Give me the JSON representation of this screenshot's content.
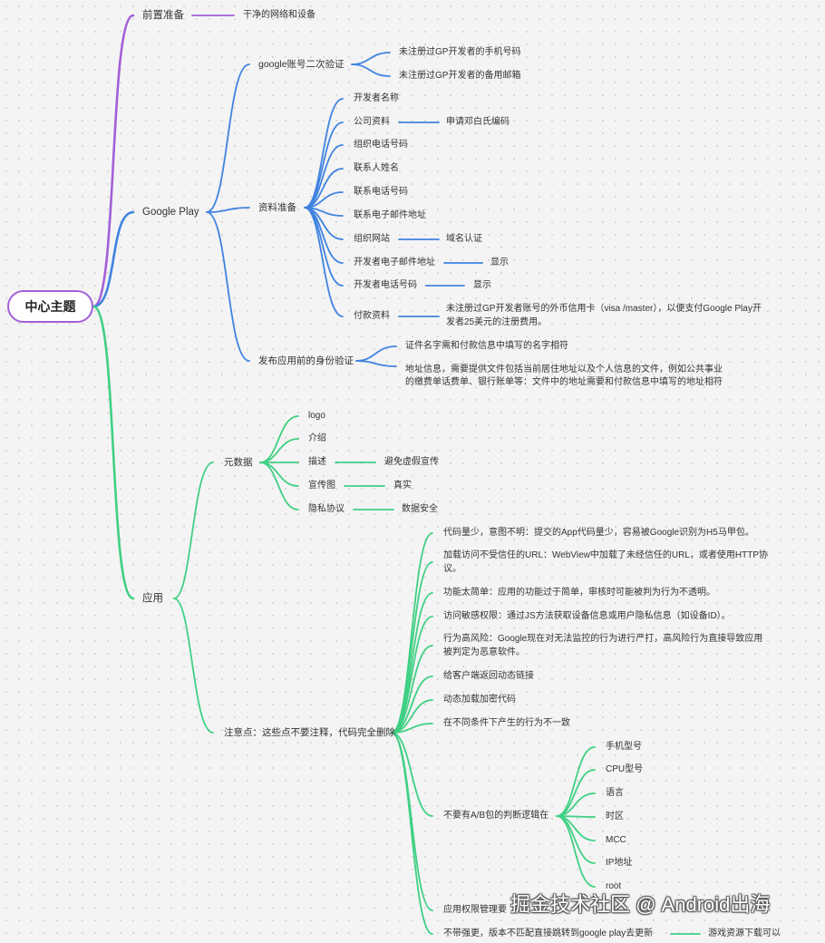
{
  "colors": {
    "purple": "#a35fd9",
    "blue": "#3f83e0",
    "green": "#3fd083",
    "text": "#333333",
    "background": "#f4f4f4"
  },
  "central_topic": "中心主题",
  "prep": {
    "label": "前置准备",
    "items": [
      "干净的网络和设备"
    ]
  },
  "google_play": {
    "label": "Google Play",
    "two_step_verification": {
      "label": "google账号二次验证",
      "items": [
        "未注册过GP开发者的手机号码",
        "未注册过GP开发者的备用邮箱"
      ]
    },
    "materials": {
      "label": "资料准备",
      "items": [
        {
          "label": "开发者名称"
        },
        {
          "label": "公司资料",
          "note": "申请邓白氏编码"
        },
        {
          "label": "组织电话号码"
        },
        {
          "label": "联系人姓名"
        },
        {
          "label": "联系电话号码"
        },
        {
          "label": "联系电子邮件地址"
        },
        {
          "label": "组织网站",
          "note": "域名认证"
        },
        {
          "label": "开发者电子邮件地址",
          "note": "显示"
        },
        {
          "label": "开发者电话号码",
          "note": "显示"
        },
        {
          "label": "付款资料",
          "note_lines": [
            "未注册过GP开发者账号的外币信用卡（visa /master），以便支付Google Play开",
            "发者25美元的注册费用。"
          ]
        }
      ]
    },
    "identity_verification": {
      "label": "发布应用前的身份验证",
      "items": [
        {
          "lines": [
            "证件名字需和付款信息中填写的名字相符"
          ]
        },
        {
          "lines": [
            "地址信息，需要提供文件包括当前居住地址以及个人信息的文件，例如公共事业",
            "的缴费单话费单、银行账单等：文件中的地址需要和付款信息中填写的地址相符"
          ]
        }
      ]
    }
  },
  "app": {
    "label": "应用",
    "metadata": {
      "label": "元数据",
      "items": [
        {
          "label": "logo"
        },
        {
          "label": "介绍"
        },
        {
          "label": "描述",
          "note": "避免虚假宣传"
        },
        {
          "label": "宣传图",
          "note": "真实"
        },
        {
          "label": "隐私协议",
          "note": "数据安全"
        }
      ]
    },
    "cautions": {
      "label": "注意点：这些点不要注释，代码完全删除",
      "items": [
        {
          "lines": [
            "代码量少，意图不明：提交的App代码量少，容易被Google识别为H5马甲包。"
          ]
        },
        {
          "lines": [
            "加载访问不受信任的URL：WebView中加载了未经信任的URL，或者使用HTTP协",
            "议。"
          ]
        },
        {
          "lines": [
            "功能太简单：应用的功能过于简单，审核时可能被判为行为不透明。"
          ]
        },
        {
          "lines": [
            "访问敏感权限：通过JS方法获取设备信息或用户隐私信息（如设备ID）。"
          ]
        },
        {
          "lines": [
            "行为高风险：Google现在对无法监控的行为进行严打，高风险行为直接导致应用",
            "被判定为恶意软件。"
          ]
        },
        {
          "lines": [
            "给客户端返回动态链接"
          ]
        },
        {
          "lines": [
            "动态加载加密代码"
          ]
        },
        {
          "lines": [
            "在不同条件下产生的行为不一致"
          ]
        },
        {
          "lines": [
            "不要有A/B包的判断逻辑在"
          ],
          "sub_items": [
            "手机型号",
            "CPU型号",
            "语言",
            "时区",
            "MCC",
            "IP地址",
            "root"
          ]
        },
        {
          "lines": [
            "应用权限管理要"
          ]
        },
        {
          "lines": [
            "不带强更，版本不匹配直接跳转到google play去更新"
          ],
          "note": "游戏资源下载可以"
        }
      ]
    }
  },
  "watermark": "掘金技术社区 @ Android出海"
}
